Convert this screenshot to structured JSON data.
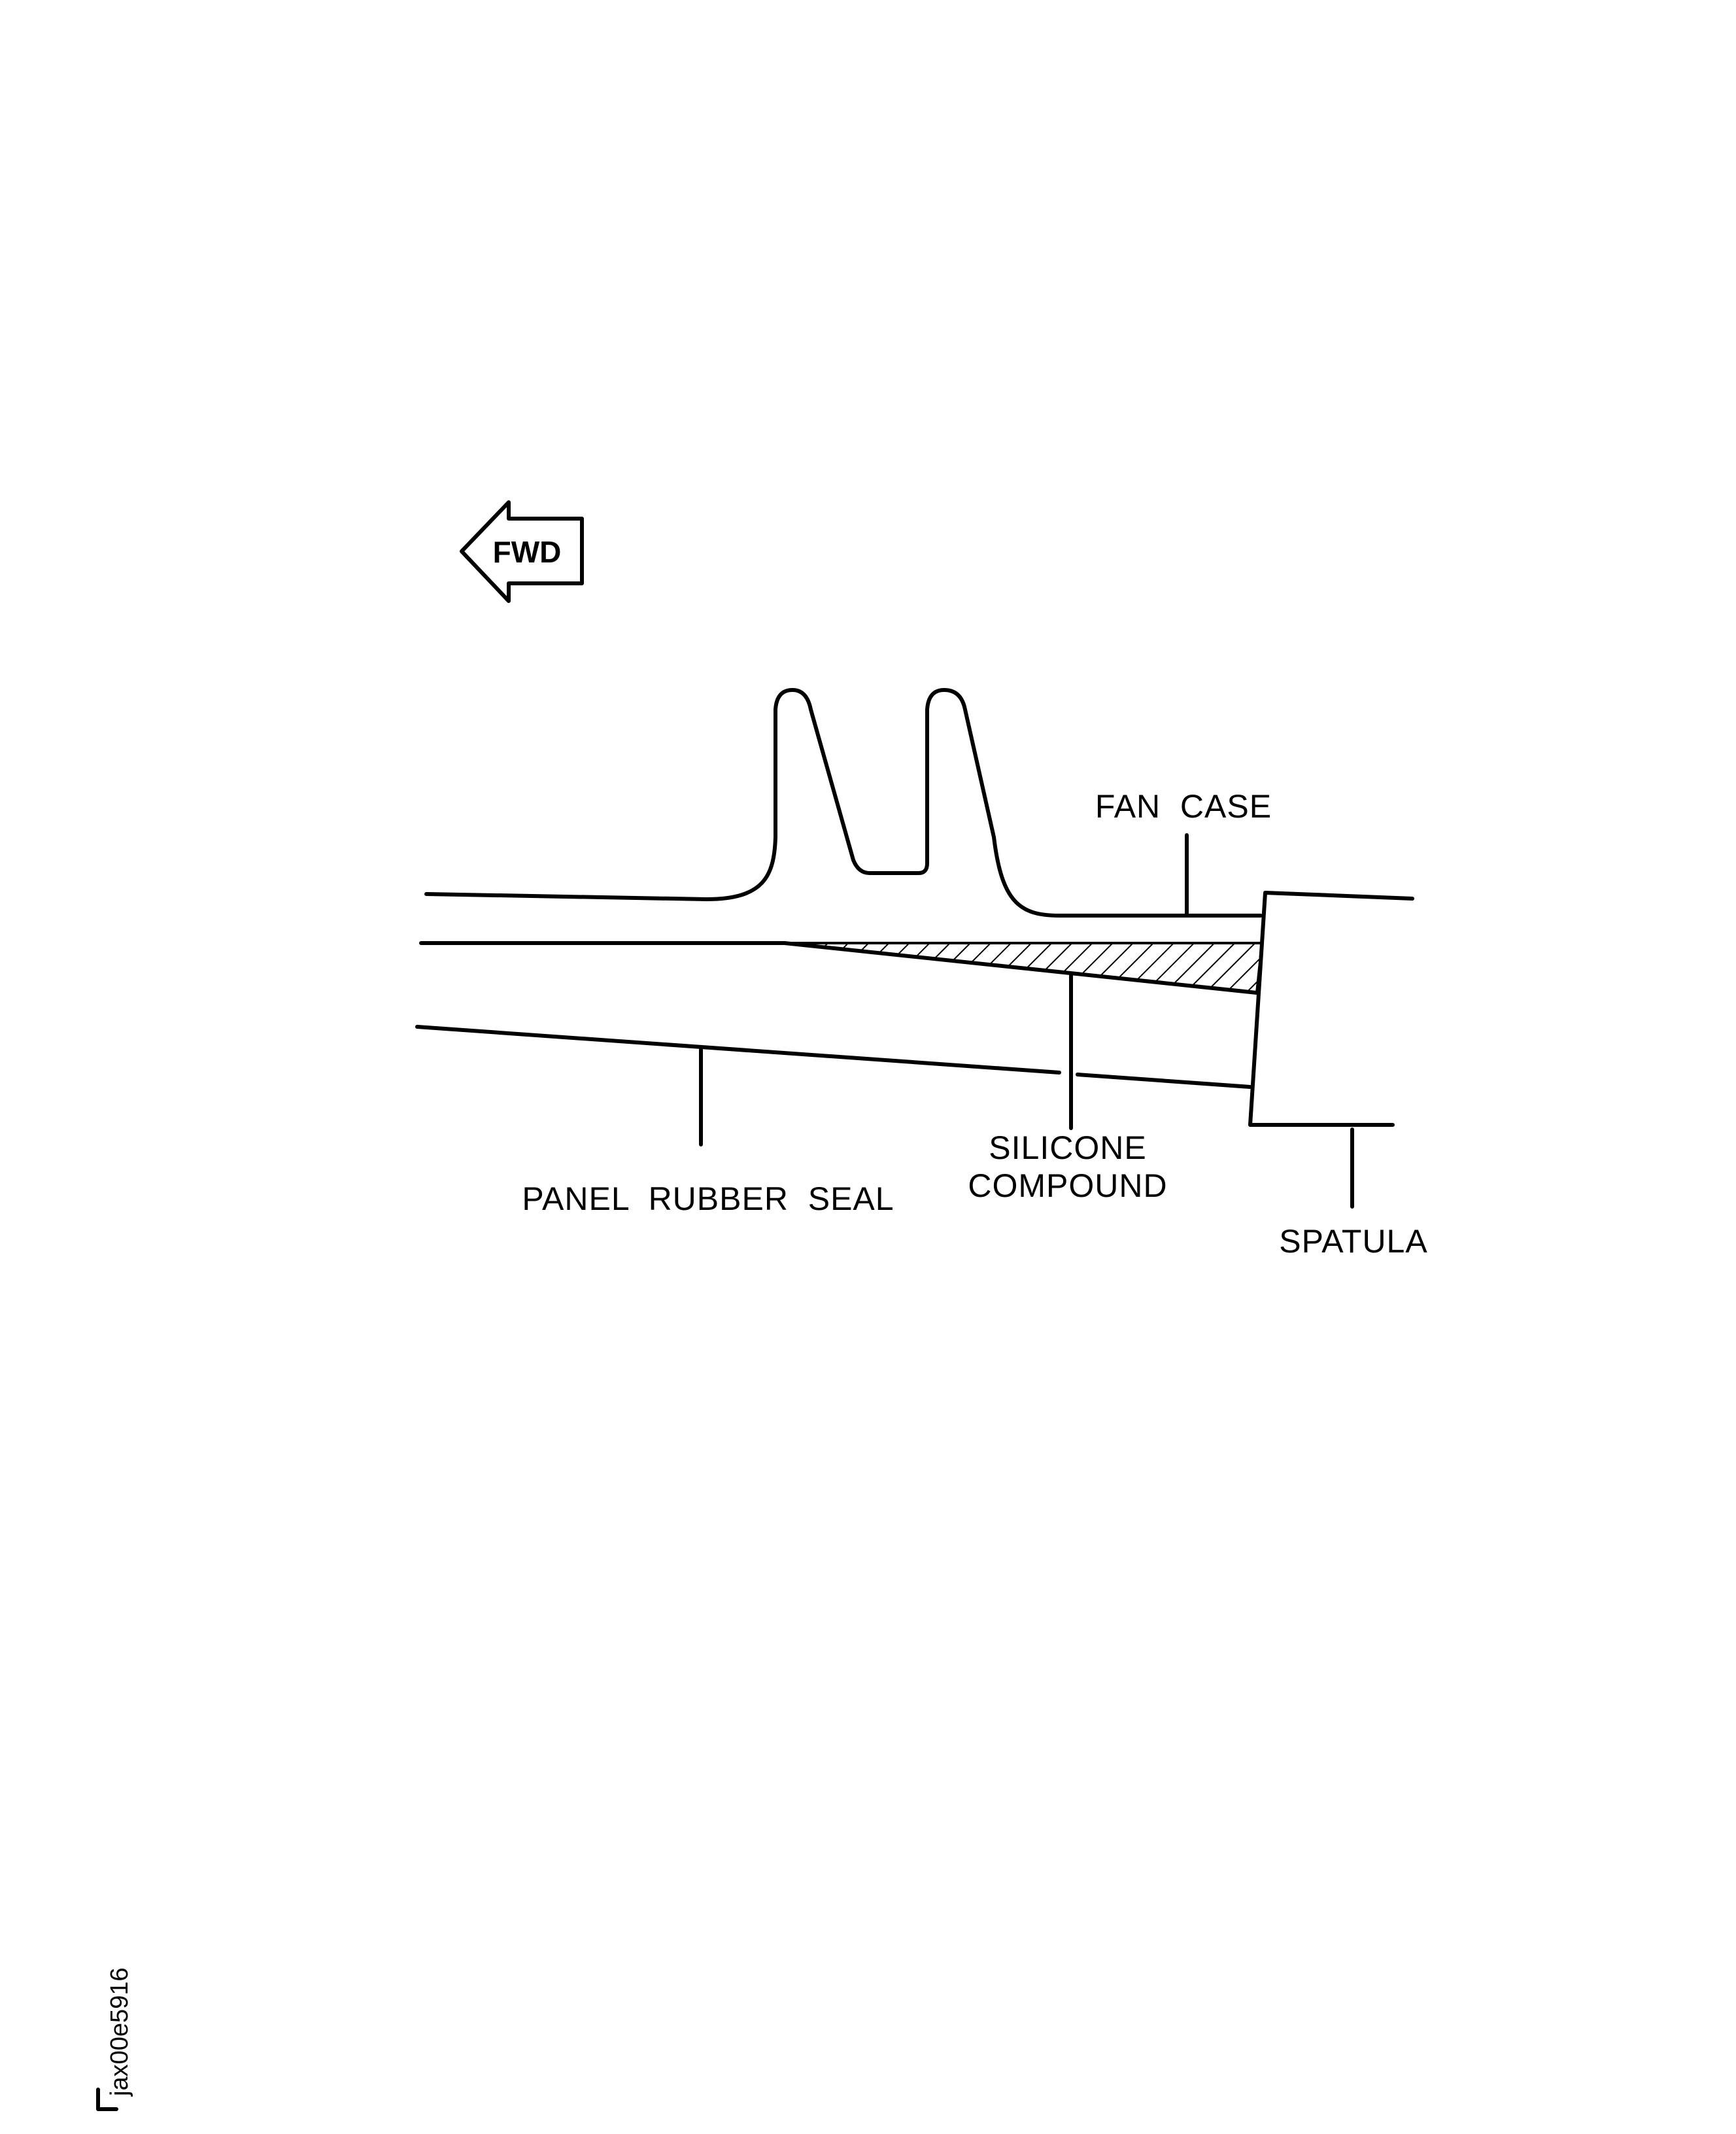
{
  "direction_arrow": {
    "label": "FWD"
  },
  "labels": {
    "fan_case": "FAN  CASE",
    "silicone_compound_line1": "SILICONE",
    "silicone_compound_line2": "COMPOUND",
    "panel_rubber_seal": "PANEL  RUBBER  SEAL",
    "spatula": "SPATULA"
  },
  "figure_id": "jax00e5916"
}
